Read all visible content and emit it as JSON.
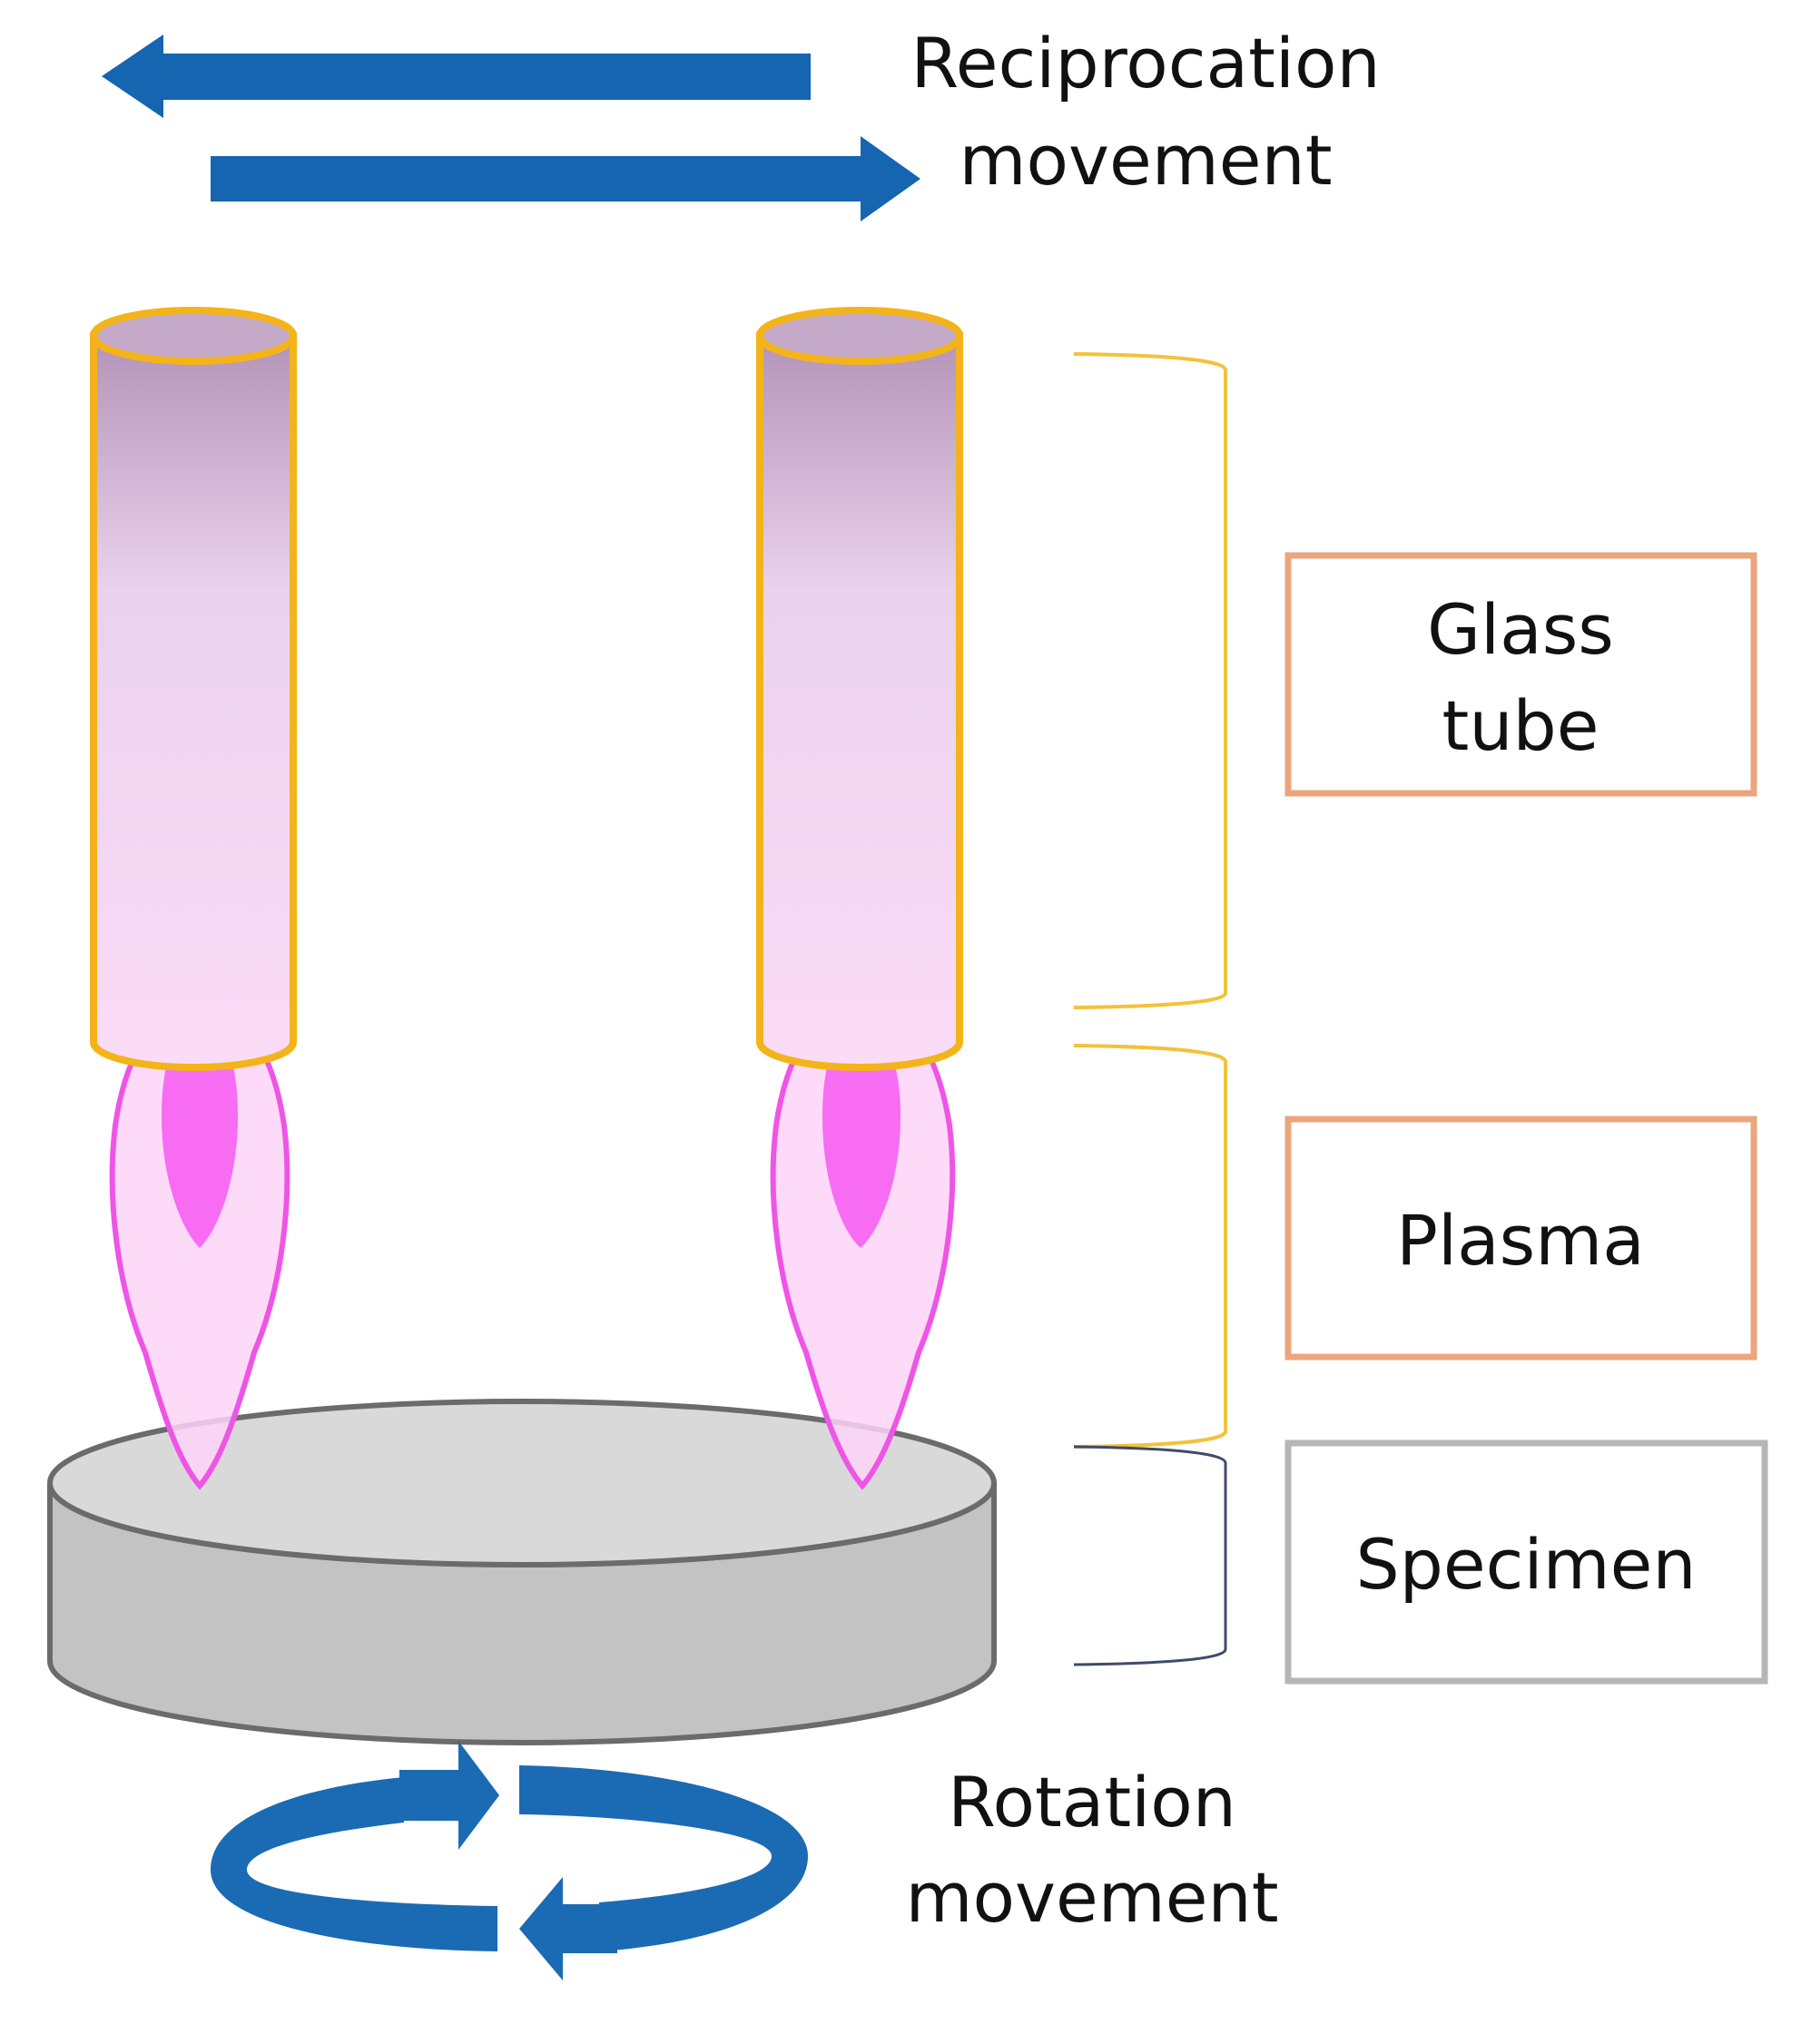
{
  "labels": {
    "reciprocation_line1": "Reciprocation",
    "reciprocation_line2": "movement",
    "glass_tube_line1": "Glass",
    "glass_tube_line2": "tube",
    "plasma": "Plasma",
    "specimen": "Specimen",
    "rotation_line1": "Rotation",
    "rotation_line2": "movement"
  },
  "colors": {
    "arrow_blue": "#1565b0",
    "tube_border": "#f3b41a",
    "tube_top": "#b394b8",
    "tube_bottom": "#fbdcf7",
    "plasma_outline": "#ee55e6",
    "plasma_fill": "#fbd3f7",
    "plasma_core": "#f76cf2",
    "specimen_top": "#d9d9d9",
    "specimen_side": "#c3c3c3",
    "specimen_edge": "#6b6b6b",
    "glass_box_border": "#eba57c",
    "plasma_box_border": "#eba57c",
    "specimen_box_border": "#b6b6b6",
    "bracket_gold": "#f3c23a",
    "bracket_dark": "#404a6a"
  },
  "icons": {
    "reciprocation": "left-right-arrows-icon",
    "rotation": "circular-arrows-icon"
  }
}
